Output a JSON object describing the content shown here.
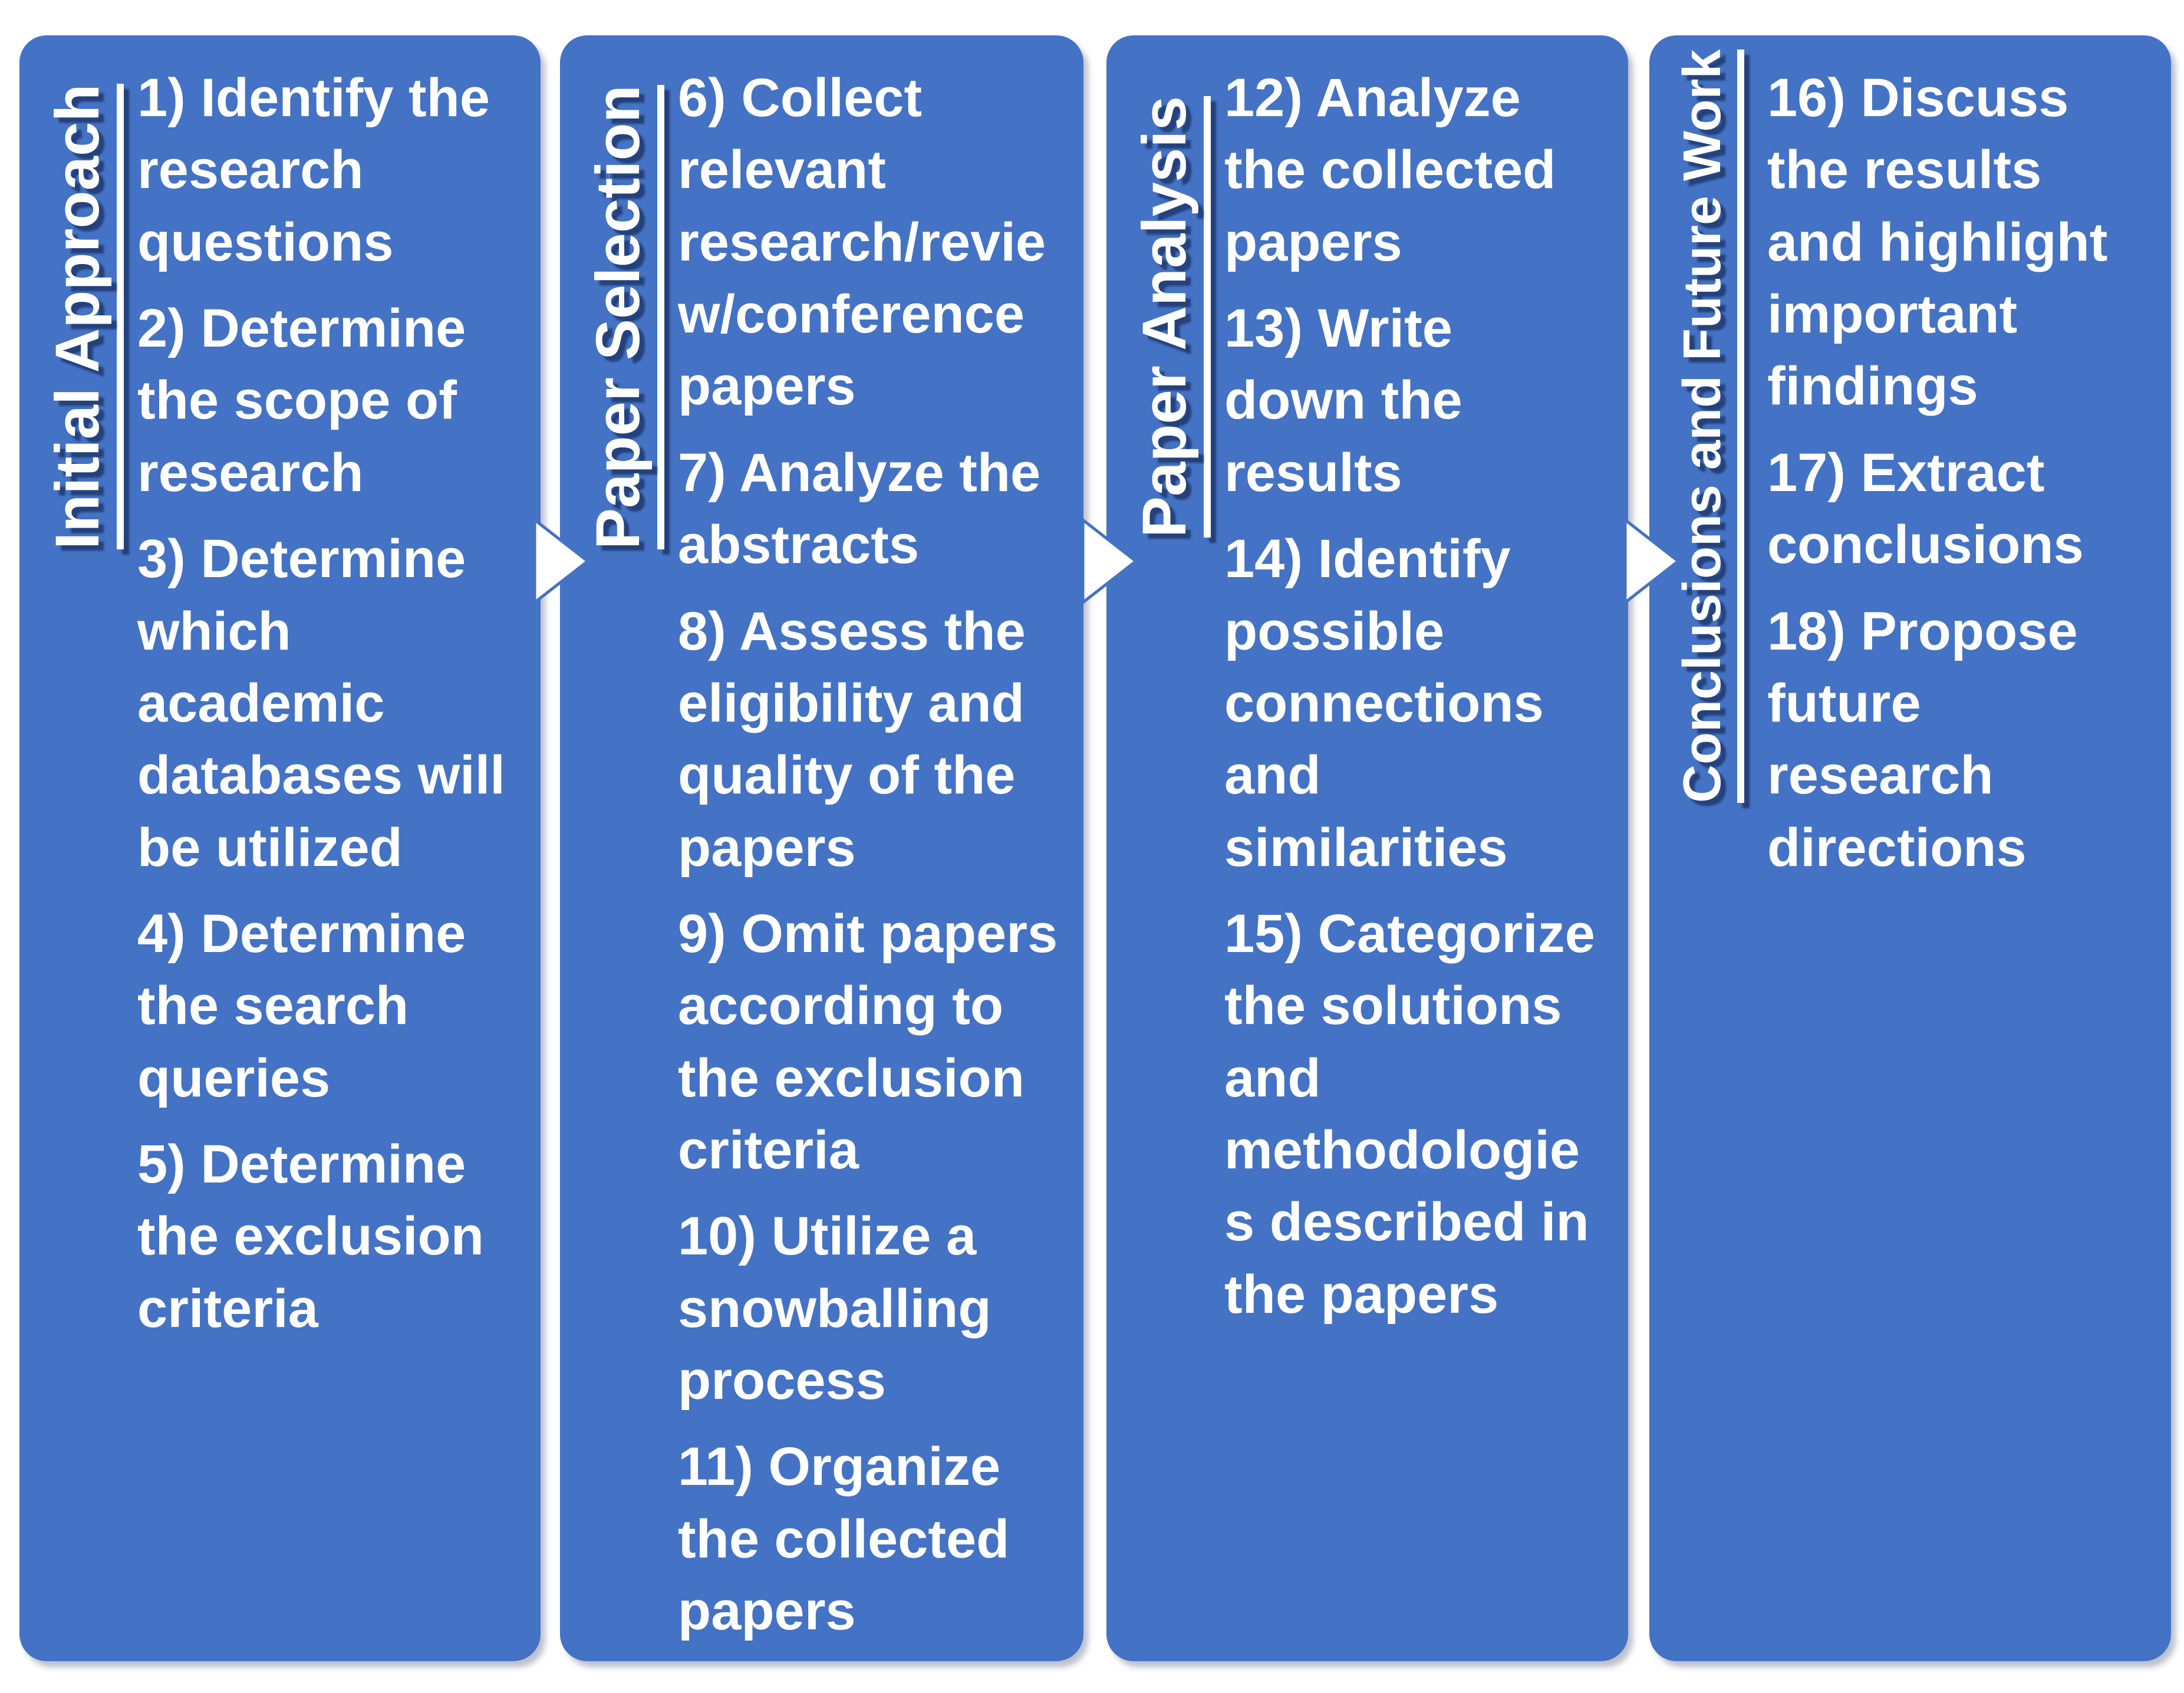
{
  "diagram": {
    "type": "process-flow",
    "colors": {
      "column_background": "#4472C4",
      "text": "#FFFFFF",
      "title_shadow": "#10244E",
      "page_background": "#FFFFFF",
      "arrow_fill": "#FFFFFF",
      "arrow_outline": "#4472C4"
    },
    "columns": [
      {
        "title": "Initial Approach",
        "items": [
          "1) Identify the research questions",
          "2) Determine the scope of research",
          "3) Determine which academic databases will be utilized",
          "4) Determine the search queries",
          "5) Determine the exclusion criteria"
        ]
      },
      {
        "title": "Paper Selection",
        "items": [
          "6) Collect relevant research/review/conference papers",
          "7) Analyze the abstracts",
          "8) Assess the eligibility and quality of the papers",
          "9) Omit papers according to the exclusion criteria",
          "10) Utilize a snowballing process",
          "11) Organize the collected papers"
        ]
      },
      {
        "title": "Paper Analysis",
        "items": [
          "12) Analyze the collected papers",
          "13) Write down the results",
          "14) Identify possible connections and similarities",
          "15) Categorize the solutions and methodologies described in the papers"
        ]
      },
      {
        "title": "Conclusions and Future Work",
        "items": [
          "16) Discuss the results and highlight important findings",
          "17) Extract conclusions",
          "18) Propose future research directions"
        ]
      }
    ]
  }
}
